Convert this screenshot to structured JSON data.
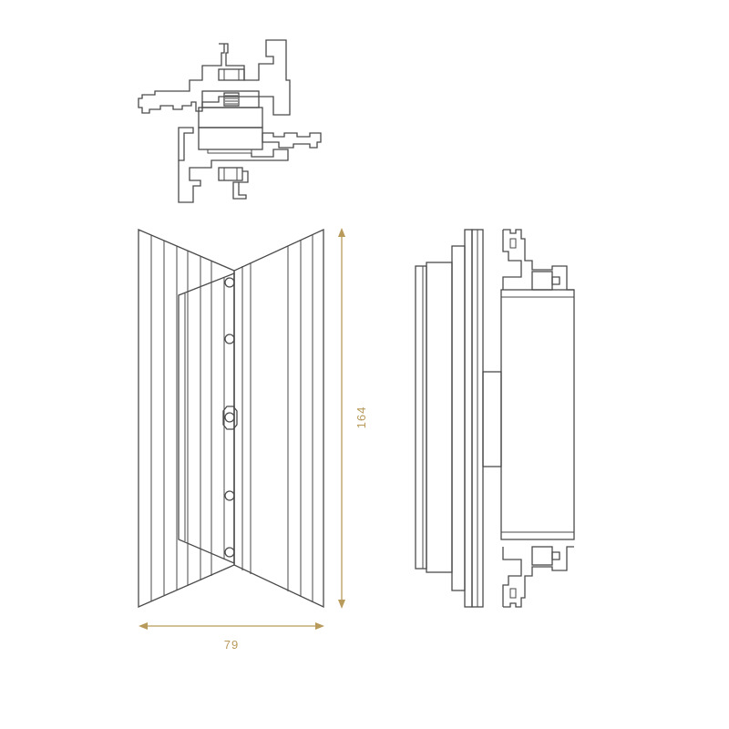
{
  "dimensions": {
    "width_label": "79",
    "height_label": "164",
    "color": "#b89a5a"
  },
  "views": [
    "section-top-view",
    "front-view",
    "side-view"
  ],
  "line_color": "#4a4a4a"
}
